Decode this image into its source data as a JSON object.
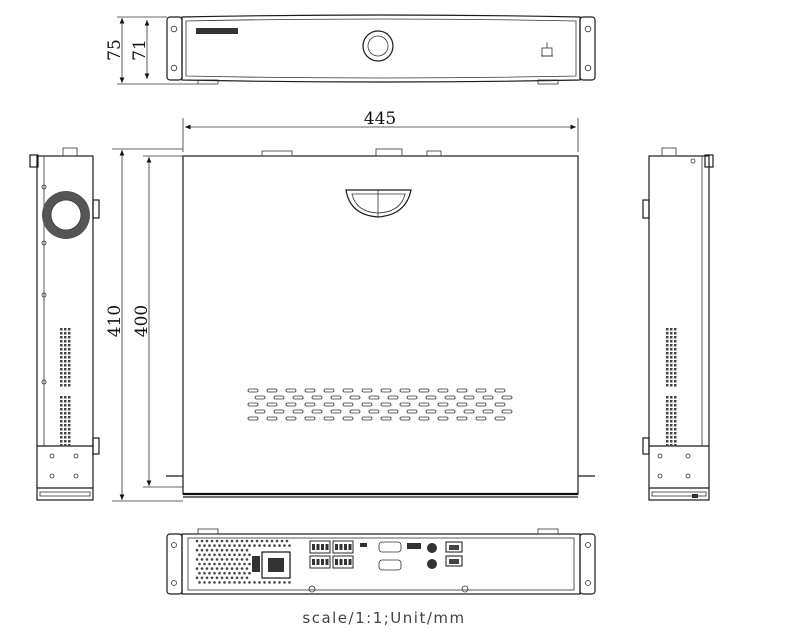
{
  "drawing": {
    "dimensions": {
      "front_height_outer": "75",
      "front_height_inner": "71",
      "top_width": "445",
      "side_depth_outer": "410",
      "side_depth_inner": "400"
    },
    "caption": "scale/1:1;Unit/mm"
  }
}
